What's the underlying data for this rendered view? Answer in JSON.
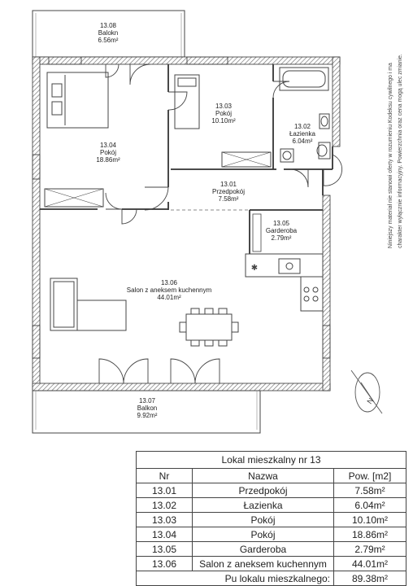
{
  "rooms": [
    {
      "nr": "13.01",
      "name": "Przedpokój",
      "area": "7.58m²"
    },
    {
      "nr": "13.02",
      "name": "Łazienka",
      "area": "6.04m²"
    },
    {
      "nr": "13.03",
      "name": "Pokój",
      "area": "10.10m²"
    },
    {
      "nr": "13.04",
      "name": "Pokój",
      "area": "18.86m²"
    },
    {
      "nr": "13.05",
      "name": "Garderoba",
      "area": "2.79m²"
    },
    {
      "nr": "13.06",
      "name": "Salon z aneksem kuchennym",
      "area": "44.01m²"
    }
  ],
  "balconies": [
    {
      "nr": "13.08",
      "name": "Balokn",
      "area": "6.56m²"
    },
    {
      "nr": "13.07",
      "name": "Balkon",
      "area": "9.92m²"
    }
  ],
  "table": {
    "title": "Lokal mieszkalny nr 13",
    "col_nr": "Nr",
    "col_name": "Nazwa",
    "col_area": "Pow. [m2]",
    "total_label": "Pu lokalu mieszkalnego:",
    "total_value": "89.38m²"
  },
  "disclaimer": [
    "Niniejszy materiał nie stanowi oferty w rozumieniu Kodeksu cywilnego i ma",
    "charakter wyłącznie informacyjny. Powierzchnia oraz cena mogą ulec zmianie."
  ],
  "compass": {
    "label": "N"
  }
}
